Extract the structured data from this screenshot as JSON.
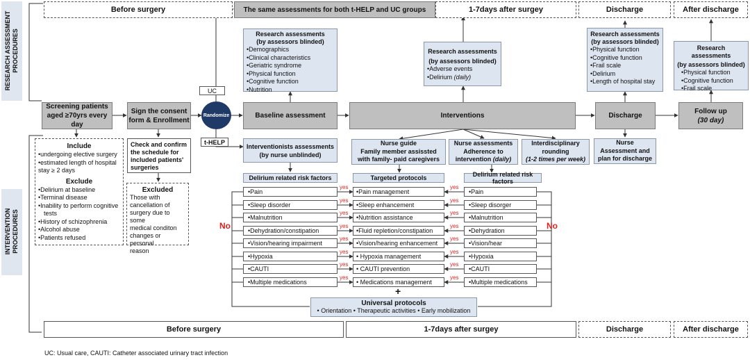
{
  "top_bar": {
    "before_surgery": "Before surgery",
    "same_assessments": "The same assessments for both t-HELP and UC groups",
    "after_surgery": "1-7days after surgey",
    "discharge": "Discharge",
    "after_discharge": "After discharge"
  },
  "bottom_bar": {
    "before_surgery": "Before surgery",
    "after_surgery": "1-7days after surgey",
    "discharge": "Discharge",
    "after_discharge": "After discharge"
  },
  "side_labels": {
    "research_line1": "RESEARCH ASSESSMENT",
    "research_line2": "PROCEDURES",
    "intervention_line1": "INTERVENTION",
    "intervention_line2": "PROCEDURES"
  },
  "research_baseline": {
    "title1": "Research assessments",
    "title2": "(by assessors blinded)",
    "items": [
      "Demographics",
      "Clinical characteristics",
      "Geriatric syndrome",
      "Physical function",
      "Cognitive function",
      "Nutrition"
    ]
  },
  "research_post": {
    "title1": "Research assessments",
    "title2": "(by assessors blinded)",
    "item1": "Adverse events",
    "item2_prefix": "Delirium ",
    "item2_suffix": "(daily)"
  },
  "research_discharge": {
    "title1": "Research assessments",
    "title2": "(by assessors blinded)",
    "items": [
      "Physical function",
      "Cognitive  function",
      "Frail scale",
      "Delirium",
      "Length of hospital stay"
    ]
  },
  "research_after": {
    "title1": "Research assessments",
    "title2": "(by assessors blinded)",
    "items": [
      "Physical function",
      "Cognitive function",
      "Frail scale"
    ]
  },
  "flow": {
    "screening_line1": "Screening patients",
    "screening_line2": "aged ≥70yrs every day",
    "consent_line1": "Sign the consent",
    "consent_line2": "form & Enrollment",
    "randomize": "Randomize",
    "uc": "UC",
    "thelp": "t-HELP",
    "baseline": "Baseline assessment",
    "interventions": "Interventions",
    "discharge": "Discharge",
    "followup_line1": "Follow up",
    "followup_line2": "(30 day)"
  },
  "include_box": {
    "include_title": "Include",
    "include_items": [
      "undergoing elective surgery",
      "estimated length of hospital",
      "stay ≥ 2 days"
    ],
    "exclude_title": "Exclude",
    "exclude_items": [
      "Delirium at baseline",
      "Terminal disease",
      "Inability to perform cognitive",
      "tests",
      "History of schizophrenia",
      "Alcohol abuse",
      "Patients refused"
    ]
  },
  "check_box": {
    "text_line1": "Check and confirm",
    "text_line2": "the schedule for",
    "text_line3": "included patients'",
    "text_line4": "surgeries"
  },
  "excluded_box": {
    "title": "Excluded",
    "lines": [
      "Those with",
      "cancellation of",
      "surgery due to some",
      "medical conditon",
      "changes or personal",
      "reason"
    ]
  },
  "interventionists": {
    "line1": "Interventionists assessments",
    "line2": "(by nurse unblinded)"
  },
  "nurse_guide": {
    "line1": "Nurse guide",
    "line2": "Family member assissted",
    "line3": "with family- paid caregivers"
  },
  "nurse_adherence": {
    "line1": "Nurse assessments",
    "line2": "Adherence to",
    "line3_prefix": "intervention ",
    "line3_suffix": "(daily)"
  },
  "interdisciplinary": {
    "line1": "Interdisciplinary",
    "line2": "rounding",
    "line3": "(1-2 times per week)"
  },
  "nurse_discharge": {
    "line1": "Nurse",
    "line2": "Assessment and",
    "line3": "plan for discharge"
  },
  "table": {
    "left_header": "Delirium related risk factors",
    "middle_header": "Targeted protocols",
    "right_header": "Delirium related risk factors",
    "left_items": [
      "Pain",
      "Sleep disorder",
      "Malnutrition",
      "Dehydration/constipation",
      "Vision/hearing impairment",
      "Hypoxia",
      "CAUTI",
      "Multiple medications"
    ],
    "middle_items": [
      "•Pain management",
      "•Sleep enhancement",
      "•Nutrition assistance",
      "•Fluid repletion/constipation",
      "•Vision/hearing enhancement",
      "• Hypoxia management",
      "• CAUTI prevention",
      "• Medications management"
    ],
    "right_items": [
      "Pain",
      "Sleep disorger",
      "Malnutrition",
      "Dehydration",
      "Vision/hear",
      "Hypoxia",
      "CAUTI",
      "Multiple medications"
    ],
    "yes": "yes",
    "no": "No"
  },
  "universal": {
    "plus": "+",
    "title": "Universal protocols",
    "items": "• Orientation  • Therapeutic activities  • Early mobilization"
  },
  "footnote": "UC: Usual care,  CAUTI: Catheter associated urinary tract infection"
}
